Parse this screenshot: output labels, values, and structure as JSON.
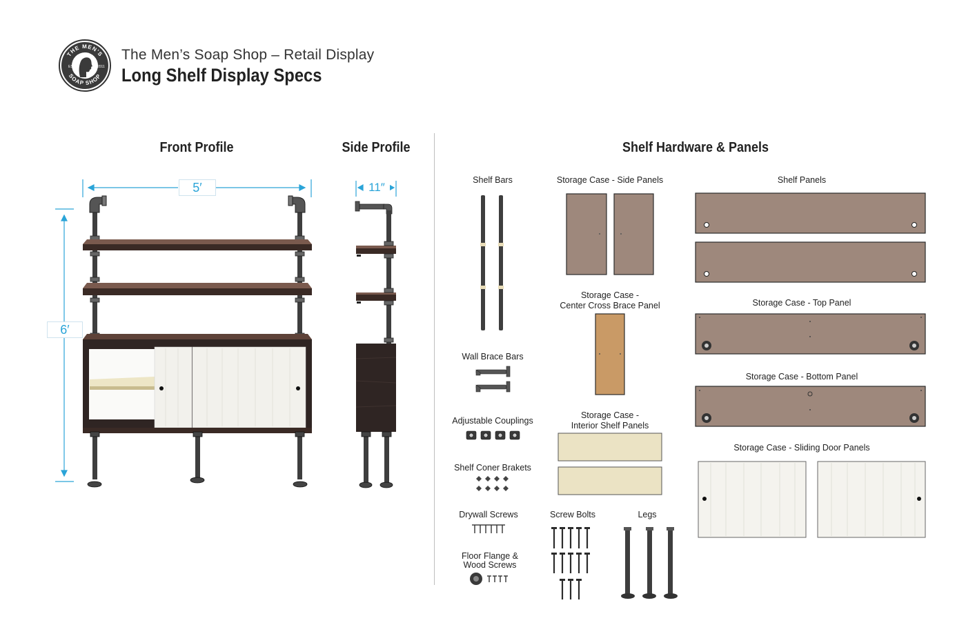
{
  "header": {
    "logo_text_top": "THE MEN'S",
    "logo_text_bottom": "SOAP SHOP",
    "logo_est": "EST.",
    "logo_year": "2011",
    "subtitle": "The Men’s Soap Shop – Retail Display",
    "title": "Long Shelf Display Specs"
  },
  "sections": {
    "front": "Front Profile",
    "side": "Side Profile",
    "hardware": "Shelf Hardware & Panels"
  },
  "dimensions": {
    "width": "5′",
    "height": "6′",
    "depth": "11″"
  },
  "parts": {
    "shelf_bars": "Shelf Bars",
    "wall_brace_bars": "Wall Brace Bars",
    "adjustable_couplings": "Adjustable Couplings",
    "shelf_corner_brackets": "Shelf Coner Brakets",
    "drywall_screws": "Drywall Screws",
    "floor_flange_line1": "Floor Flange &",
    "floor_flange_line2": "Wood Screws",
    "side_panels": "Storage Case - Side Panels",
    "cross_brace_line1": "Storage Case -",
    "cross_brace_line2": "Center Cross Brace Panel",
    "interior_line1": "Storage Case -",
    "interior_line2": "Interior Shelf Panels",
    "screw_bolts": "Screw Bolts",
    "legs": "Legs",
    "shelf_panels": "Shelf Panels",
    "top_panel": "Storage Case - Top Panel",
    "bottom_panel": "Storage Case - Bottom Panel",
    "door_panels": "Storage Case - Sliding Door Panels"
  },
  "colors": {
    "accent": "#2aa4d8",
    "shelf_wood": "#5a3f36",
    "case_wood": "#3a2c2a",
    "panel_taupe": "#9e887c",
    "brace_tan": "#c99a66",
    "interior_cream": "#ebe3c4",
    "door_white": "#f4f3ee",
    "pipe": "#3b3b3b"
  }
}
